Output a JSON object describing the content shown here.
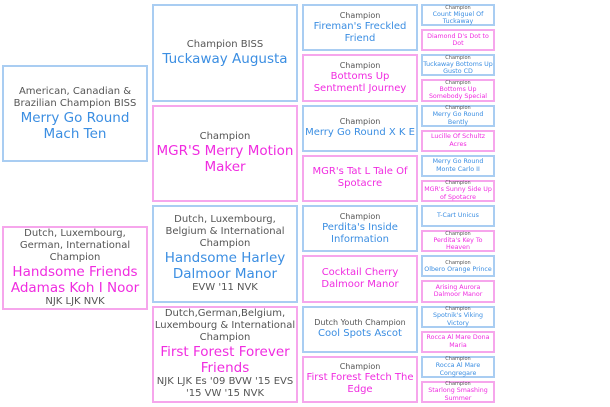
{
  "colors": {
    "male": "#3b8ee2",
    "female": "#f02ce0"
  },
  "generations": [
    [
      {
        "sex": "male",
        "title": "American, Canadian & Brazilian Champion BISS",
        "name": "Merry Go Round Mach Ten",
        "sub": ""
      },
      {
        "sex": "female",
        "title": "Dutch, Luxembourg, German, International Champion",
        "name": "Handsome Friends Adamas Koh I Noor",
        "sub": "NJK LJK NVK"
      }
    ],
    [
      {
        "sex": "male",
        "title": "Champion BISS",
        "name": "Tuckaway Augusta",
        "sub": ""
      },
      {
        "sex": "female",
        "title": "Champion",
        "name": "MGR'S Merry Motion Maker",
        "sub": ""
      },
      {
        "sex": "male",
        "title": "Dutch, Luxembourg, Belgium & International Champion",
        "name": "Handsome Harley Dalmoor Manor",
        "sub": "EVW '11 NVK"
      },
      {
        "sex": "female",
        "title": "Dutch,German,Belgium, Luxembourg & International Champion",
        "name": "First Forest Forever Friends",
        "sub": "NJK LJK Es '09 BVW '15 EVS '15 VW '15 NVK"
      }
    ],
    [
      {
        "sex": "male",
        "title": "Champion",
        "name": "Fireman's Freckled Friend"
      },
      {
        "sex": "female",
        "title": "Champion",
        "name": "Bottoms Up Sentmentl Journey"
      },
      {
        "sex": "male",
        "title": "Champion",
        "name": "Merry Go Round X K E"
      },
      {
        "sex": "female",
        "title": "",
        "name": "MGR's Tat L Tale Of Spotacre"
      },
      {
        "sex": "male",
        "title": "Champion",
        "name": "Perdita's Inside Information"
      },
      {
        "sex": "female",
        "title": "",
        "name": "Cocktail Cherry Dalmoor Manor"
      },
      {
        "sex": "male",
        "title": "Dutch Youth Champion",
        "name": "Cool Spots Ascot"
      },
      {
        "sex": "female",
        "title": "Champion",
        "name": "First Forest Fetch The Edge"
      }
    ],
    [
      {
        "sex": "male",
        "title": "Champion",
        "name": "Count Miguel Of Tuckaway"
      },
      {
        "sex": "female",
        "title": "",
        "name": "Diamond D's Dot to Dot"
      },
      {
        "sex": "male",
        "title": "Champion",
        "name": "Tuckaway Bottoms Up Gusto CD"
      },
      {
        "sex": "female",
        "title": "Champion",
        "name": "Bottoms Up Somebody Special"
      },
      {
        "sex": "male",
        "title": "Champion",
        "name": "Merry Go Round Bently"
      },
      {
        "sex": "female",
        "title": "",
        "name": "Lucille Of Schultz Acres"
      },
      {
        "sex": "male",
        "title": "",
        "name": "Merry Go Round Monte Carlo II"
      },
      {
        "sex": "female",
        "title": "Champion",
        "name": "MGR's Sunny Side Up of Spotacre"
      },
      {
        "sex": "male",
        "title": "",
        "name": "T-Cart Unicus"
      },
      {
        "sex": "female",
        "title": "Champion",
        "name": "Perdita's Key To Heaven"
      },
      {
        "sex": "male",
        "title": "Champion",
        "name": "Olbero Orange Prince"
      },
      {
        "sex": "female",
        "title": "",
        "name": "Arising Aurora Dalmoor Manor"
      },
      {
        "sex": "male",
        "title": "Champion",
        "name": "Spotnik's Viking Victory"
      },
      {
        "sex": "female",
        "title": "",
        "name": "Rocca Al Mare Dona Maria"
      },
      {
        "sex": "male",
        "title": "Champion",
        "name": "Rocca Al Mare Congregare"
      },
      {
        "sex": "female",
        "title": "Champion",
        "name": "Starlong Smashing Summer"
      }
    ]
  ]
}
